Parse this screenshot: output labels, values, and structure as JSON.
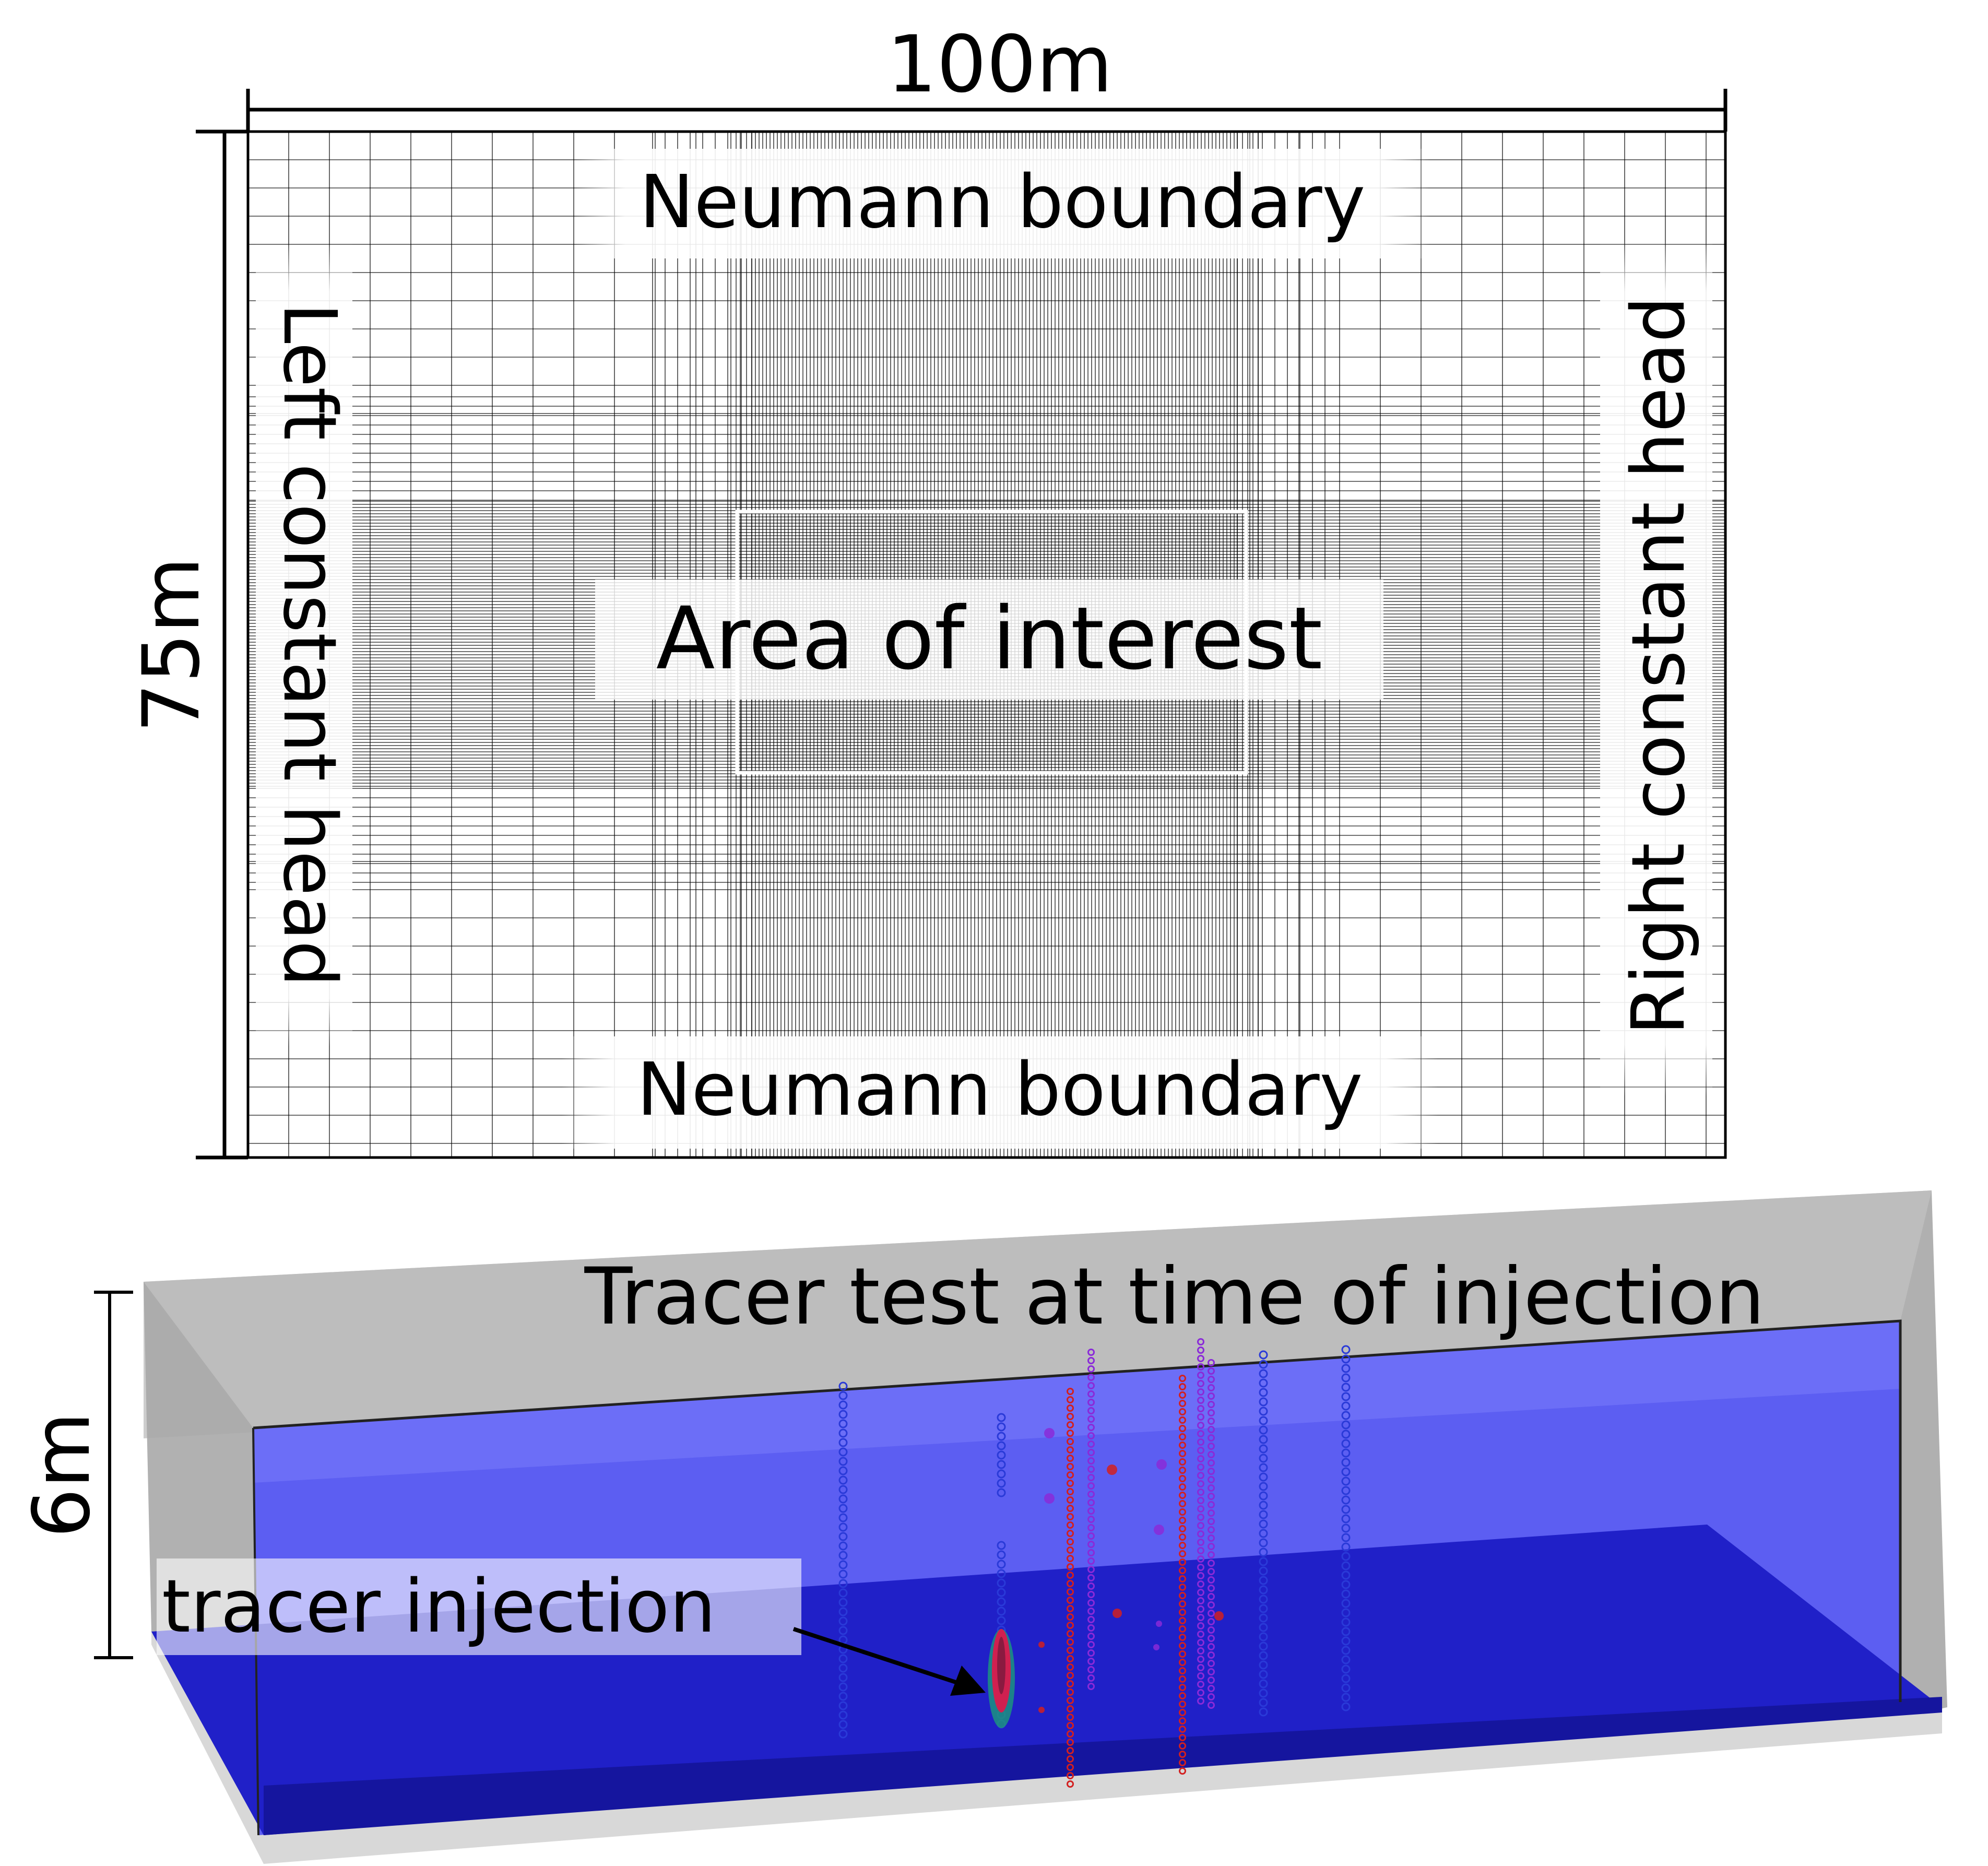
{
  "top_panel": {
    "width_label": "100m",
    "height_label": "75m",
    "top_boundary": "Neumann boundary",
    "bottom_boundary": "Neumann boundary",
    "left_boundary": "Left constant head",
    "right_boundary": "Right constant head",
    "center_label": "Area of interest"
  },
  "bottom_panel": {
    "depth_label": "6m",
    "title": "Tracer test at time of injection",
    "injection_label": "tracer injection"
  },
  "colors": {
    "grid_line": "#000000",
    "water_blue": "#5a5cf5",
    "deep_blue": "#1a1ad2",
    "box_grey": "#b4b4b4",
    "tracer_red": "#d22020",
    "sensor_blue": "#2a3ad8",
    "sensor_purple": "#8a2ad8"
  }
}
